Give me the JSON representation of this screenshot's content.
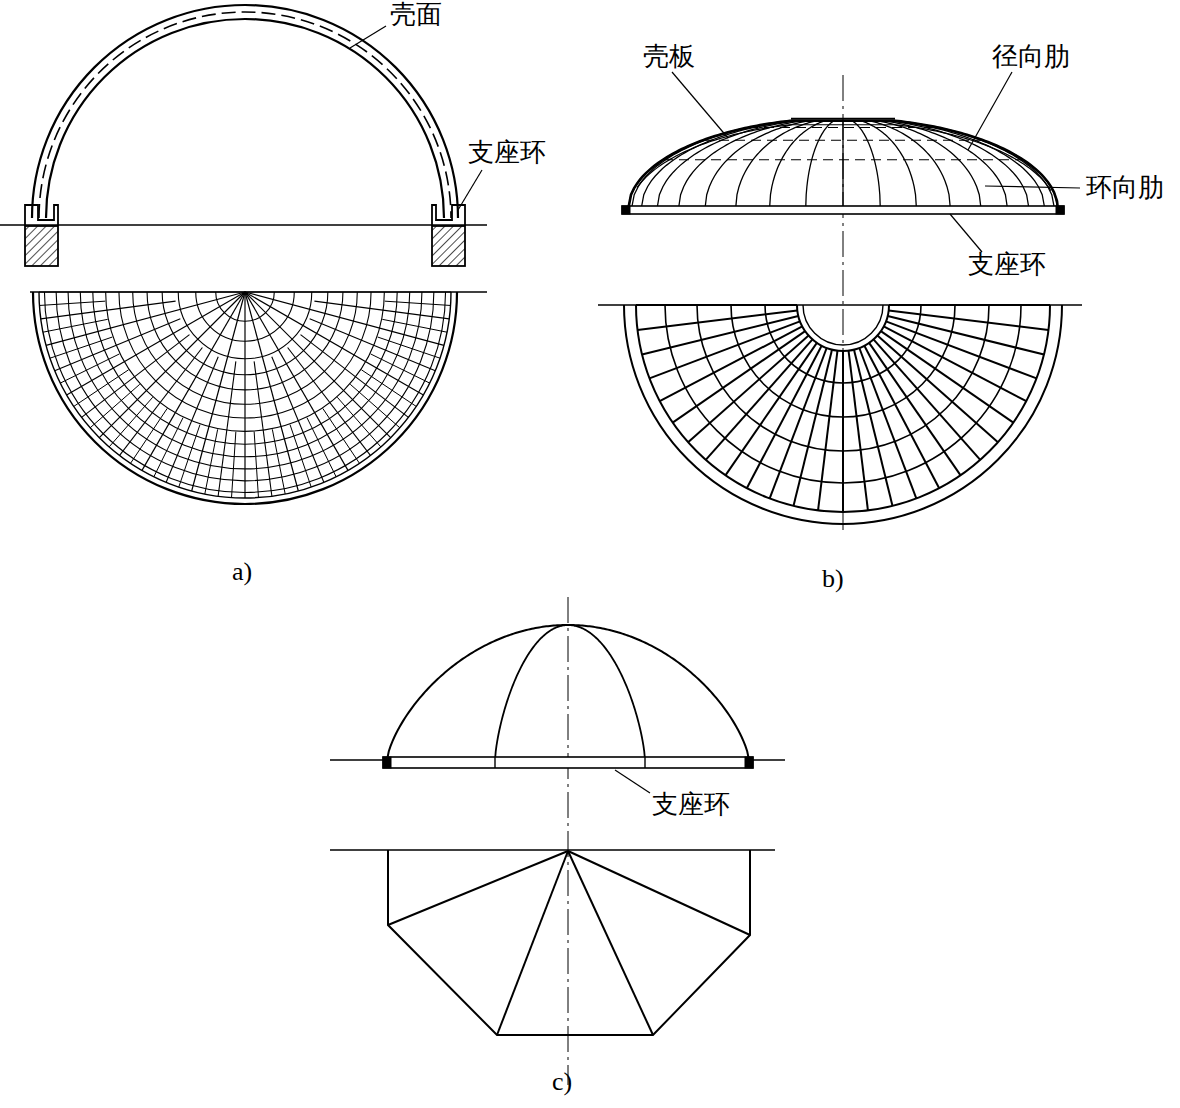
{
  "diagram": {
    "labels": [
      "壳面",
      "支座环",
      "壳板",
      "径向肋",
      "环向肋",
      "支座环",
      "支座环",
      "a)",
      "b)",
      "c)"
    ]
  }
}
